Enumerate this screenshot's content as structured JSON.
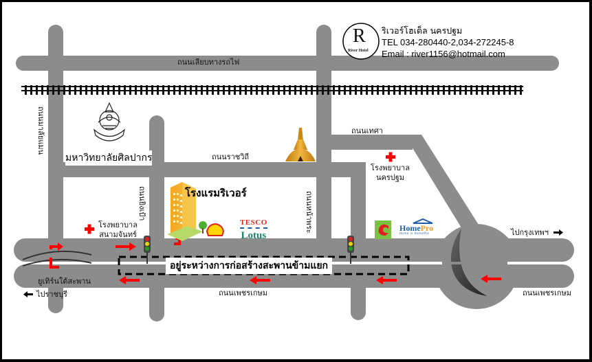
{
  "map": {
    "title": "River Hotel location map",
    "hotel": {
      "name_th": "โรงแรมริเวอร์",
      "header_name": "ริเวอร์โฮเต็ล นครปฐม",
      "tel": "TEL 034-280440-2,034-272245-8",
      "email": "Email : river1156@hotmail.com",
      "logo_letter": "R",
      "logo_caption": "River Hotel"
    },
    "roads": {
      "railway_road": "ถนนเลียบทางรถไฟ",
      "malaiman": "ถนนมาลัยแมน",
      "rajvithi": "ถนนราชวิถี",
      "thesa": "ถนนเทศา",
      "yingpao": "ถนนยิงเป้า",
      "naphra": "ถนนหน้าพระ",
      "phetkasem_center": "ถนนเพชรเกษม",
      "phetkasem_right": "ถนนเพชรเกษม"
    },
    "landmarks": {
      "university": "มหาวิทยาลัยศิลปากร",
      "hospital_sanamchan_line1": "โรงพยาบาล",
      "hospital_sanamchan_line2": "สนามจันทร์",
      "hospital_nakhonpathom_line1": "โรงพยาบาล",
      "hospital_nakhonpathom_line2": "นครปฐม",
      "tesco_line1": "TESCO",
      "tesco_line2": "Lotus",
      "homepro": {
        "home": "Home",
        "pro": "Pro",
        "tagline": "Home is HomePro"
      },
      "shell": "Shell",
      "bigc": "Big C",
      "pagoda": "Phra Pathom Chedi"
    },
    "notes": {
      "construction": "อยู่ระหว่างการก่อสร้างสะพานข้ามแยก",
      "u_turn": "ยูเทิร์นใต้สะพาน",
      "to_bangkok": "ไปกรุงเทพฯ",
      "to_ratchaburi": "ไปราชบุรี"
    },
    "colors": {
      "road": "#8c8c8c",
      "arrow": "#ff0000",
      "border": "#000000",
      "background": "#ffffff",
      "construction_dash": "#000000"
    }
  }
}
